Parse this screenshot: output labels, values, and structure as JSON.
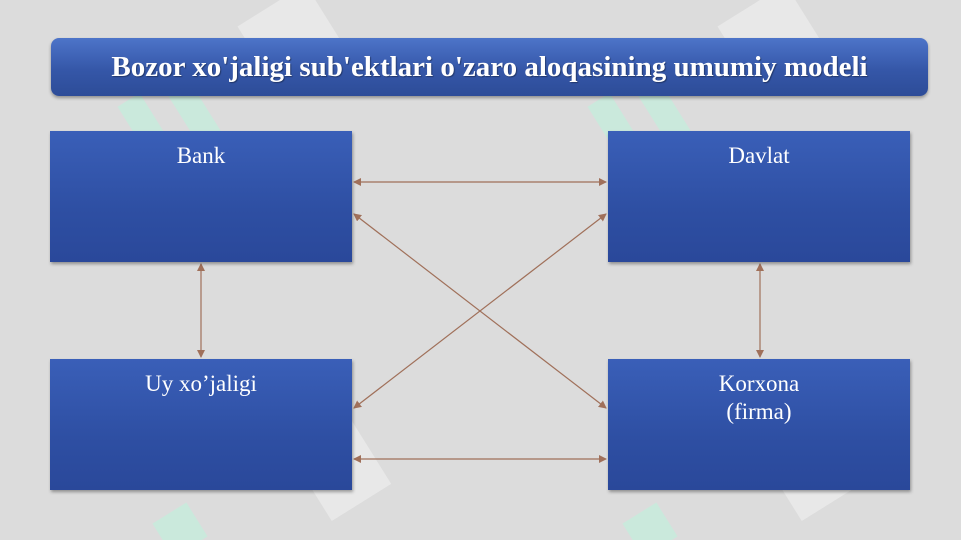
{
  "title": "Bozor xo'jaligi sub'ektlari o'zaro aloqasining umumiy modeli",
  "nodes": {
    "bank": {
      "label": "Bank"
    },
    "davlat": {
      "label": "Davlat"
    },
    "uy": {
      "label": "Uy xo’jaligi"
    },
    "korxona": {
      "label": "Korxona",
      "sublabel": "(firma)"
    }
  },
  "colors": {
    "background": "#dcdcdc",
    "box": "#2e4fa3",
    "arrow": "#a0705a",
    "text": "#ffffff",
    "watermark": "#bdf0dc"
  }
}
